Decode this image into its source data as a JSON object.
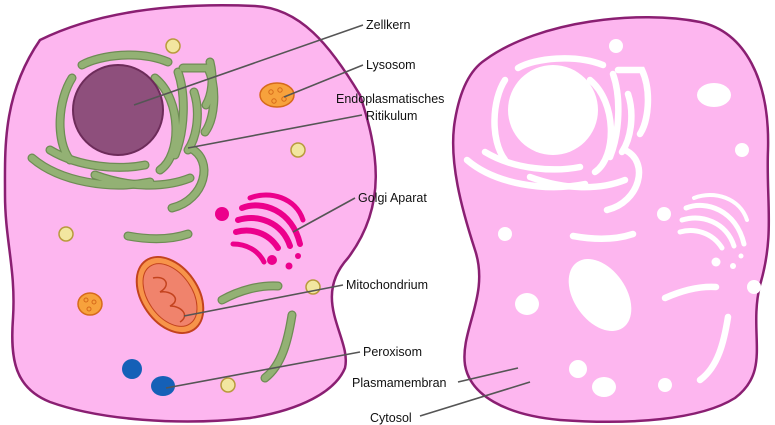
{
  "labels": {
    "nucleus": "Zellkern",
    "lysosome": "Lysosom",
    "er_line1": "Endoplasmatisches",
    "er_line2": "Ritikulum",
    "golgi": "Golgi Aparat",
    "mitochondrion": "Mitochondrium",
    "peroxisome": "Peroxisom",
    "plasma_membrane": "Plasmamembran",
    "cytosol": "Cytosol"
  },
  "colors": {
    "cytoplasm": "#fdb6ef",
    "membrane": "#8a1f72",
    "nucleus": "#8e4f7c",
    "nucleus_border": "#6d2c5a",
    "er": "#93b174",
    "er_border": "#6e8c54",
    "lysosome": "#f7a23c",
    "lysosome_border": "#d66a1b",
    "golgi": "#ec008c",
    "mitochondrion_outer": "#f7944a",
    "mitochondrion_inner": "#f0836c",
    "mitochondrion_border": "#c3431e",
    "peroxisome": "#1560b7",
    "small_vesicle": "#f2e6a0",
    "small_vesicle_border": "#b89a3c",
    "ghost_shape": "#ffffff",
    "leader_line": "#555555"
  }
}
